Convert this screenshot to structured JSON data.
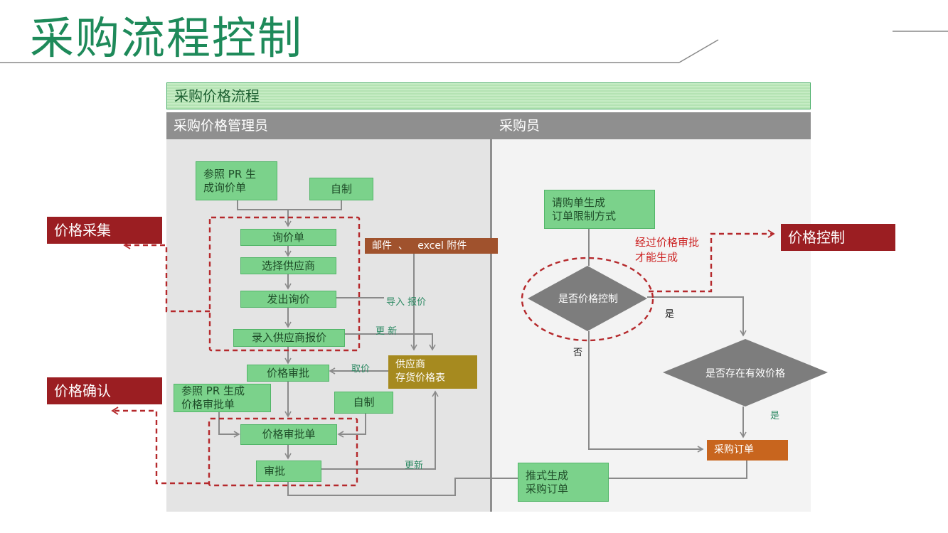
{
  "title": "采购流程控制",
  "header": "采购价格流程",
  "lanes": {
    "left": "采购价格管理员",
    "right": "采购员"
  },
  "tags": {
    "price_collect": "价格采集",
    "price_confirm": "价格确认",
    "price_control": "价格控制"
  },
  "left_boxes": {
    "ref_pr_inquiry": "参照 PR 生\n成询价单",
    "self_made_1": "自制",
    "inquiry": "询价单",
    "select_supplier": "选择供应商",
    "send_inquiry": "发出询价",
    "enter_quote": "录入供应商报价",
    "price_approval": "价格审批",
    "ref_pr_approval": "参照 PR 生成\n价格审批单",
    "self_made_2": "自制",
    "approval_form": "价格审批单",
    "approve": "审批"
  },
  "mid_boxes": {
    "email_excel": "邮件  、   excel 附件",
    "supplier_price_table": "供应商\n存货价格表"
  },
  "edge_labels": {
    "import_quote": "导入 报价",
    "update_1": "更 新",
    "fetch_price": "取价",
    "update_2": "更新",
    "yes_1": "是",
    "no_1": "否",
    "yes_2": "是"
  },
  "right_boxes": {
    "req_limit": "请购单生成\n订单限制方式",
    "is_price_control": "是否价格控制",
    "has_valid_price": "是否存在有效价格",
    "purchase_order": "采购订单",
    "push_generate": "推式生成\n采购订单"
  },
  "note": "经过价格审批\n才能生成",
  "colors": {
    "green_box": "#7bd28b",
    "title_green": "#1e8a5a",
    "red_tag": "#9b1e22",
    "brown_box": "#a0522d",
    "olive_box": "#a68a1f",
    "orange_box": "#c8651e",
    "diamond_gray": "#7d7d7d",
    "dashed_red": "#b5292c"
  }
}
